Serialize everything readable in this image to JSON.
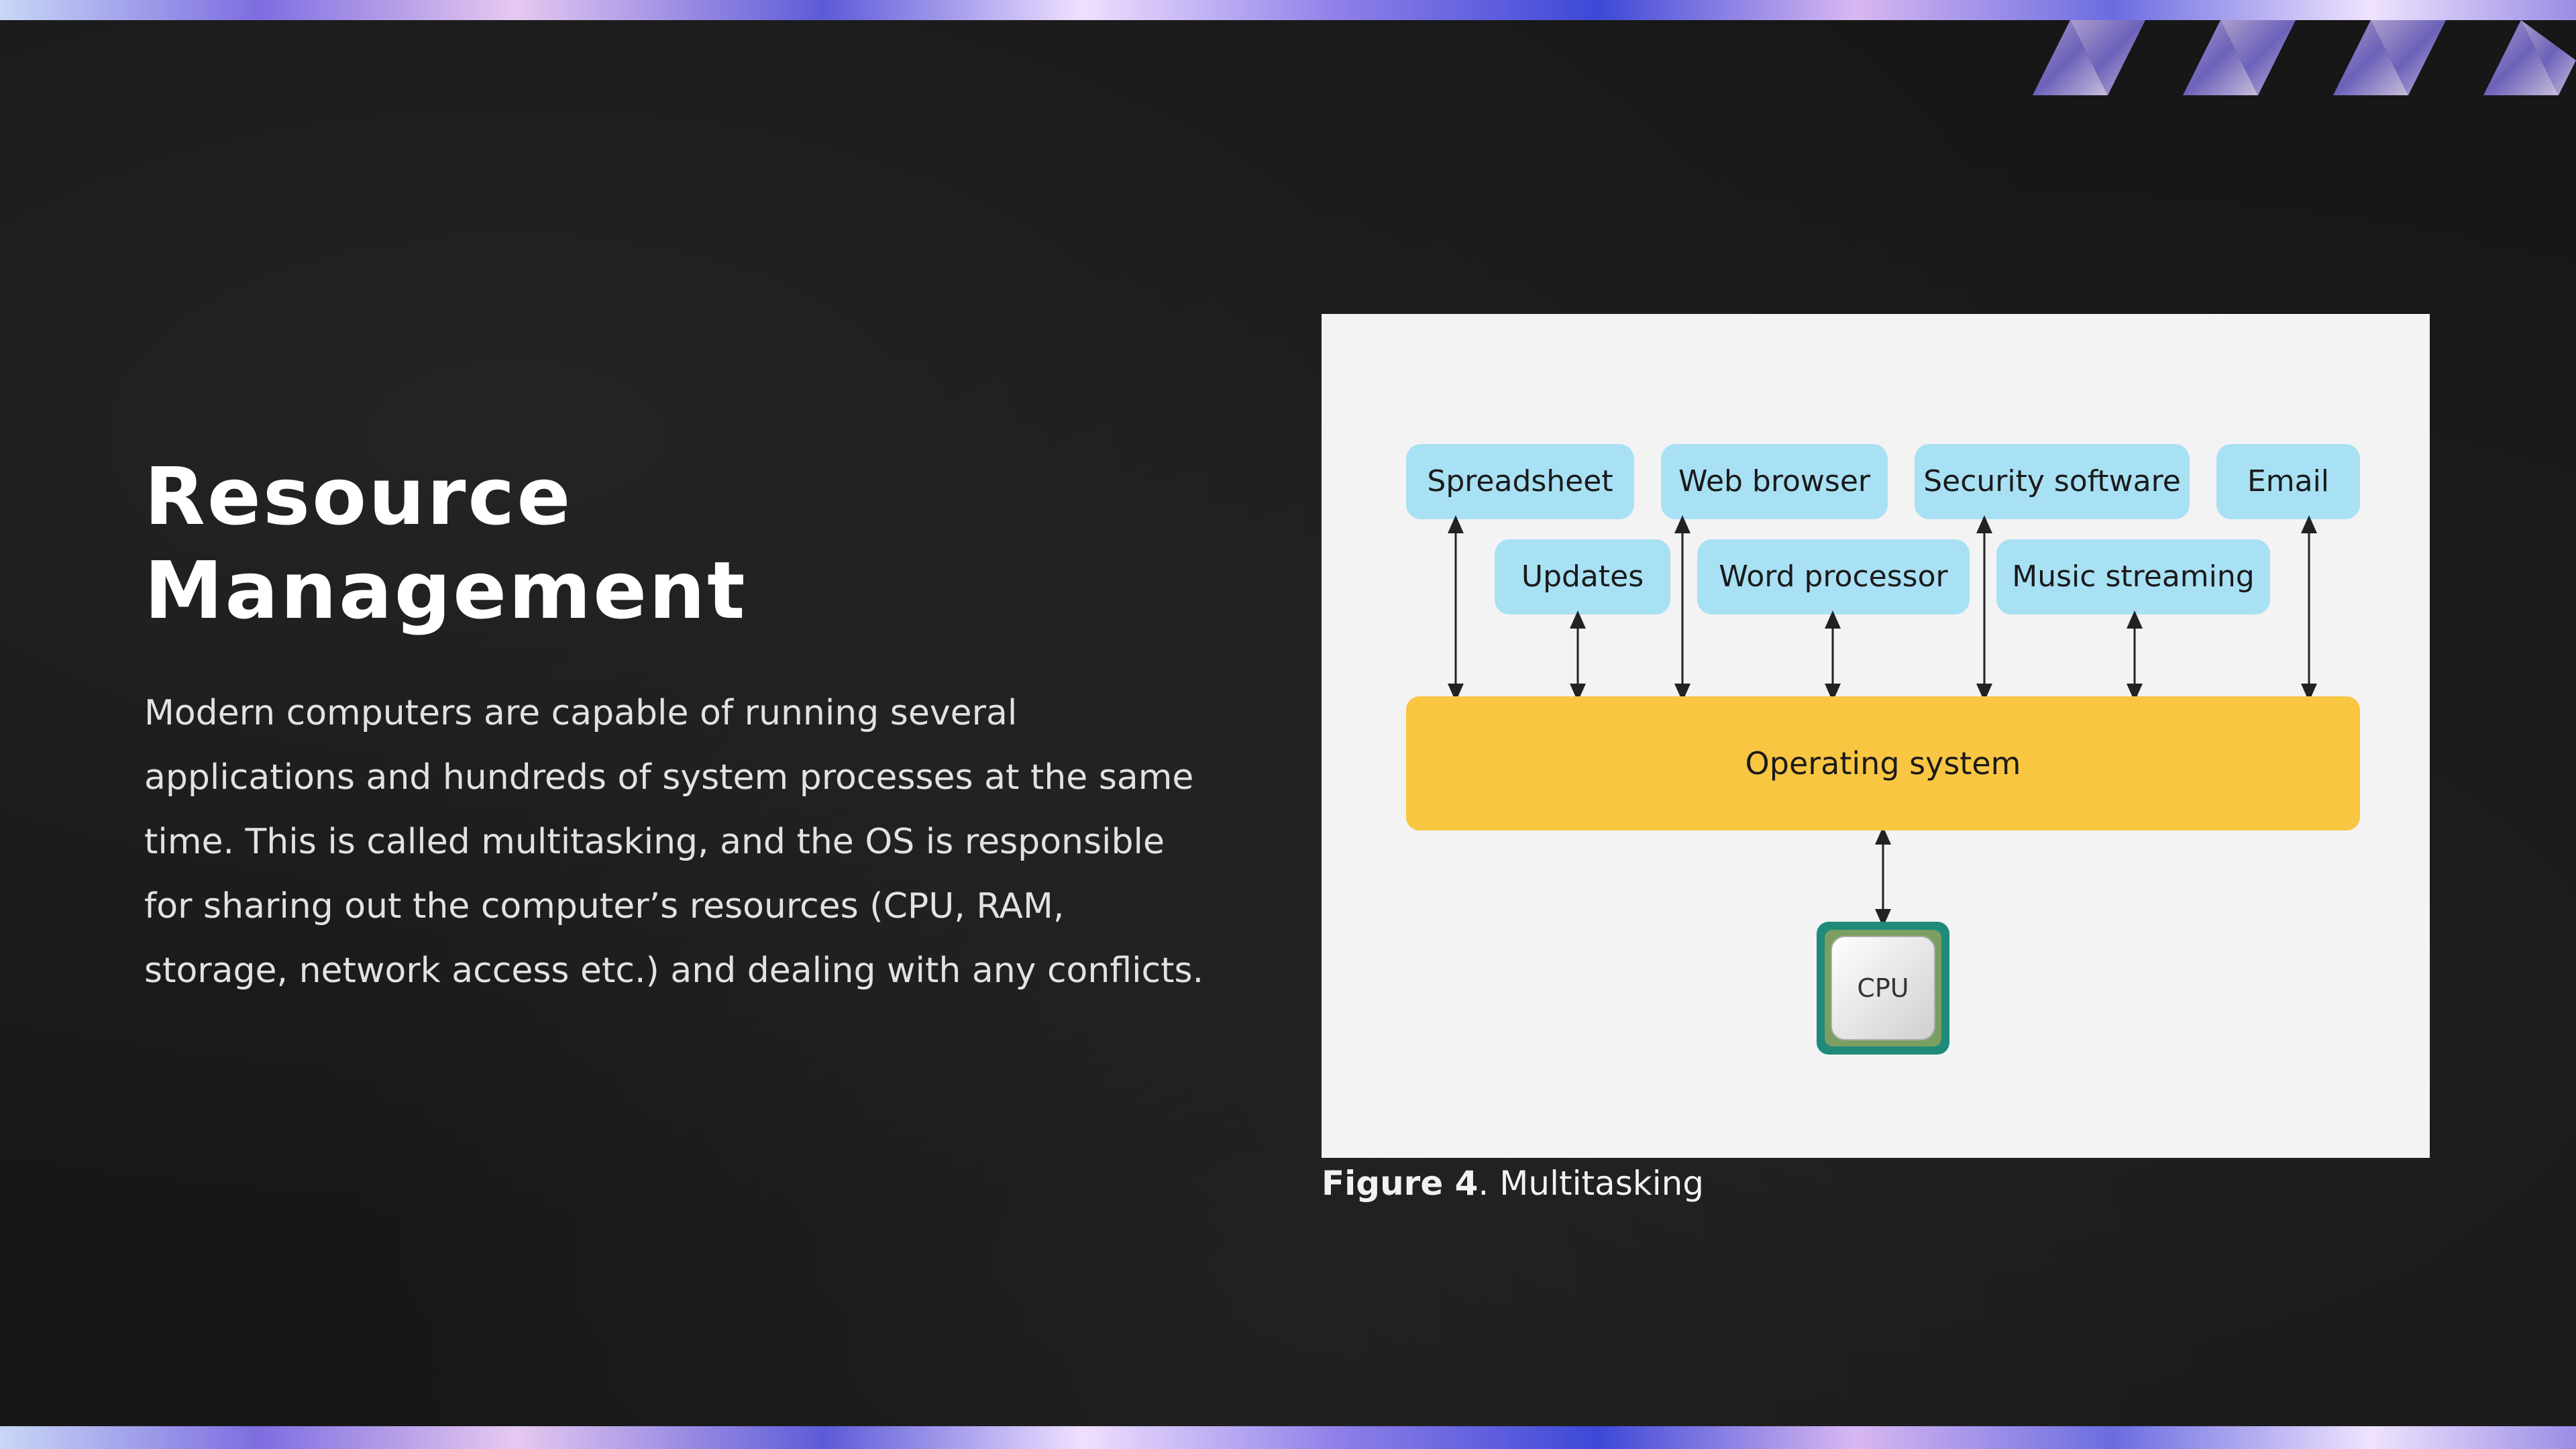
{
  "slide": {
    "title_line1": "Resource",
    "title_line2": "Management",
    "body": "Modern computers are capable of running several applications and hundreds of system processes at the same time. This is called multitasking, and the OS is responsible for sharing out the computer’s resources (CPU, RAM, storage, network access etc.) and dealing with any conflicts."
  },
  "diagram": {
    "apps_top": [
      "Spreadsheet",
      "Web browser",
      "Security software",
      "Email"
    ],
    "apps_bottom": [
      "Updates",
      "Word processor",
      "Music streaming"
    ],
    "os_label": "Operating system",
    "cpu_label": "CPU",
    "colors": {
      "app_box": "#a8e0f4",
      "os_box": "#f9c642",
      "cpu_frame": "#1f8a7a"
    }
  },
  "caption": {
    "label": "Figure 4",
    "text": ". Multitasking"
  }
}
